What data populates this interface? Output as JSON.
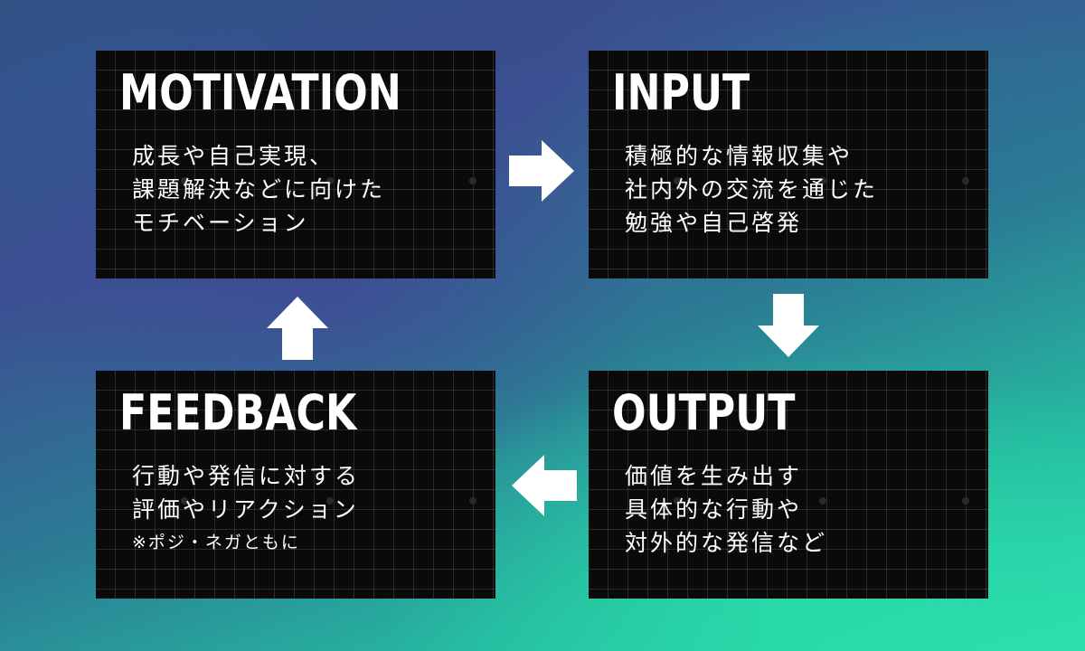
{
  "colors": {
    "box_background": "#0a0a0a",
    "text": "#ffffff",
    "arrow": "#ffffff",
    "background_top": "#3c4e92",
    "background_bottom": "#2ee0b0"
  },
  "cycle": {
    "motivation": {
      "title": "MOTIVATION",
      "lines": [
        "成長や自己実現、",
        "課題解決などに向けた",
        "モチベーション"
      ]
    },
    "input": {
      "title": "INPUT",
      "lines": [
        "積極的な情報収集や",
        "社内外の交流を通じた",
        "勉強や自己啓発"
      ]
    },
    "output": {
      "title": "OUTPUT",
      "lines": [
        "価値を生み出す",
        "具体的な行動や",
        "対外的な発信など"
      ]
    },
    "feedback": {
      "title": "FEEDBACK",
      "lines": [
        "行動や発信に対する",
        "評価やリアクション"
      ],
      "note": "※ポジ・ネガともに"
    }
  },
  "arrows": {
    "motivation_to_input": "arrow-right-icon",
    "input_to_output": "arrow-down-icon",
    "output_to_feedback": "arrow-left-icon",
    "feedback_to_motivation": "arrow-up-icon"
  }
}
